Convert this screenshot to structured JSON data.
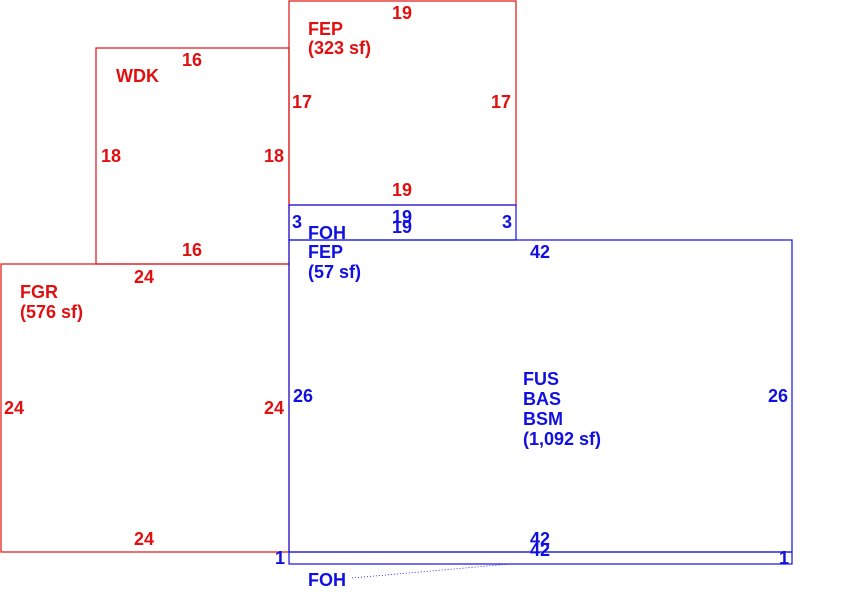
{
  "colors": {
    "red": "#e01010",
    "blue": "#1010e0"
  },
  "fgr": {
    "code": "FGR",
    "area": "(576 sf)",
    "dim_top": "24",
    "dim_bottom": "24",
    "dim_left": "24",
    "dim_right": "24"
  },
  "wdk": {
    "code": "WDK",
    "dim_top": "16",
    "dim_bottom": "16",
    "dim_left": "18",
    "dim_right": "18"
  },
  "fep_upper": {
    "code": "FEP",
    "area": "(323 sf)",
    "dim_top": "19",
    "dim_bottom": "19",
    "dim_left": "17",
    "dim_right": "17"
  },
  "foh_top": {
    "code": "FOH",
    "dim_top": "19",
    "dim_bottom": "19",
    "dim_left": "3",
    "dim_right": "3"
  },
  "fep_lower": {
    "code": "FEP",
    "area": "(57 sf)"
  },
  "main": {
    "line1": "FUS",
    "line2": "BAS",
    "line3": "BSM",
    "area": "(1,092 sf)",
    "dim_top": "42",
    "dim_bottom": "42",
    "dim_left": "26",
    "dim_right": "26"
  },
  "foh_bottom": {
    "code": "FOH",
    "dim_top": "42",
    "dim_left": "1",
    "dim_right": "1"
  }
}
